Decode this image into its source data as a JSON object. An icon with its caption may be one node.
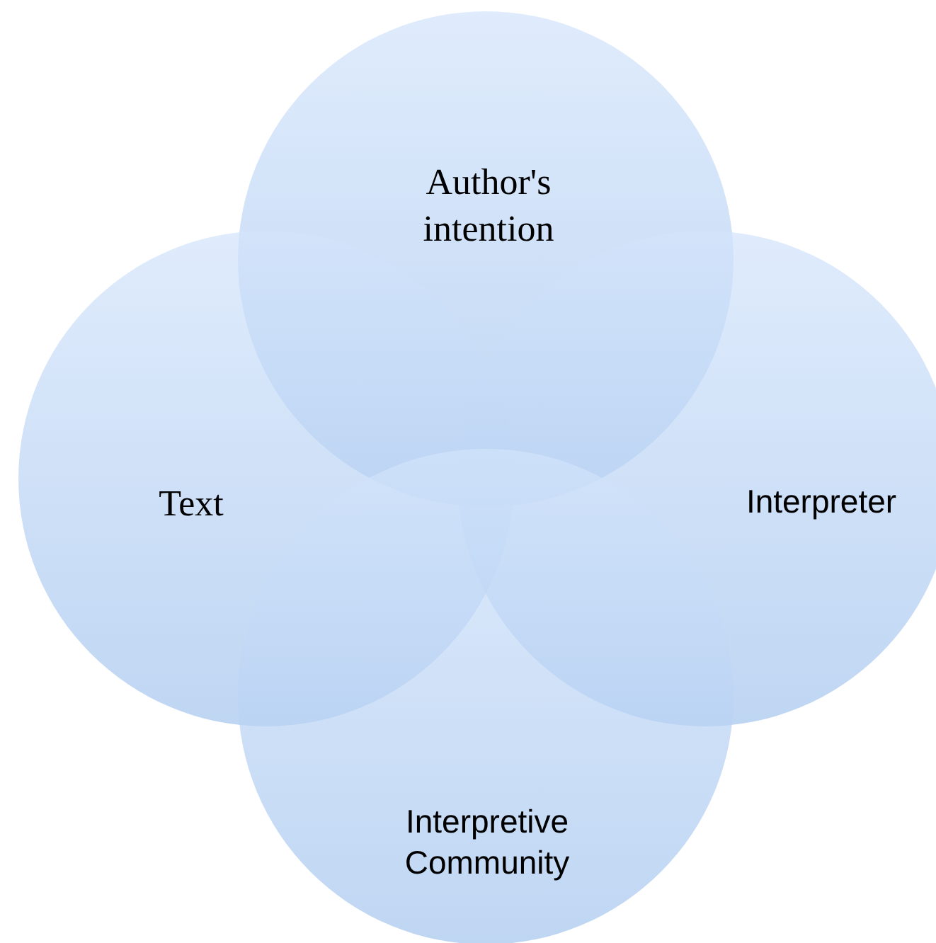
{
  "diagram": {
    "nodes": [
      {
        "text": [
          "Author's intention"
        ]
      },
      {
        "text": [
          "Text"
        ]
      },
      {
        "text": [
          "Interpreter"
        ]
      },
      {
        "text": [
          "Interpretive Community"
        ]
      }
    ]
  }
}
